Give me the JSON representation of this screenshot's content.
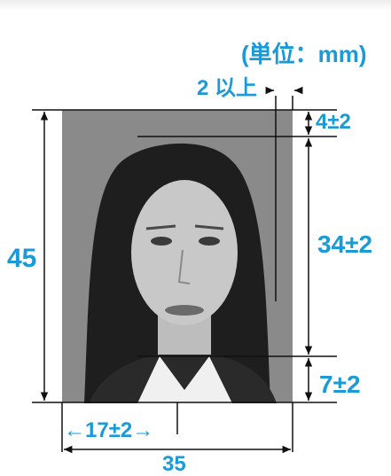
{
  "diagram": {
    "unit": "(単位：mm)",
    "dimensions": {
      "min_gap_label": "2 以上",
      "top_margin_label": "4±2",
      "face_height_label": "34±2",
      "bottom_margin_label": "7±2",
      "total_height_label": "45",
      "center_offset_label": "←17±2→",
      "total_width_label": "35"
    }
  },
  "colors": {
    "dimension_text": "#1a9ad6",
    "dimension_lines": "#111111",
    "photo_background": "#8a8a8a",
    "hair": "#1e1e1e",
    "skin": "#c8c8c8"
  },
  "icons": [
    "passport-photo-subject"
  ]
}
